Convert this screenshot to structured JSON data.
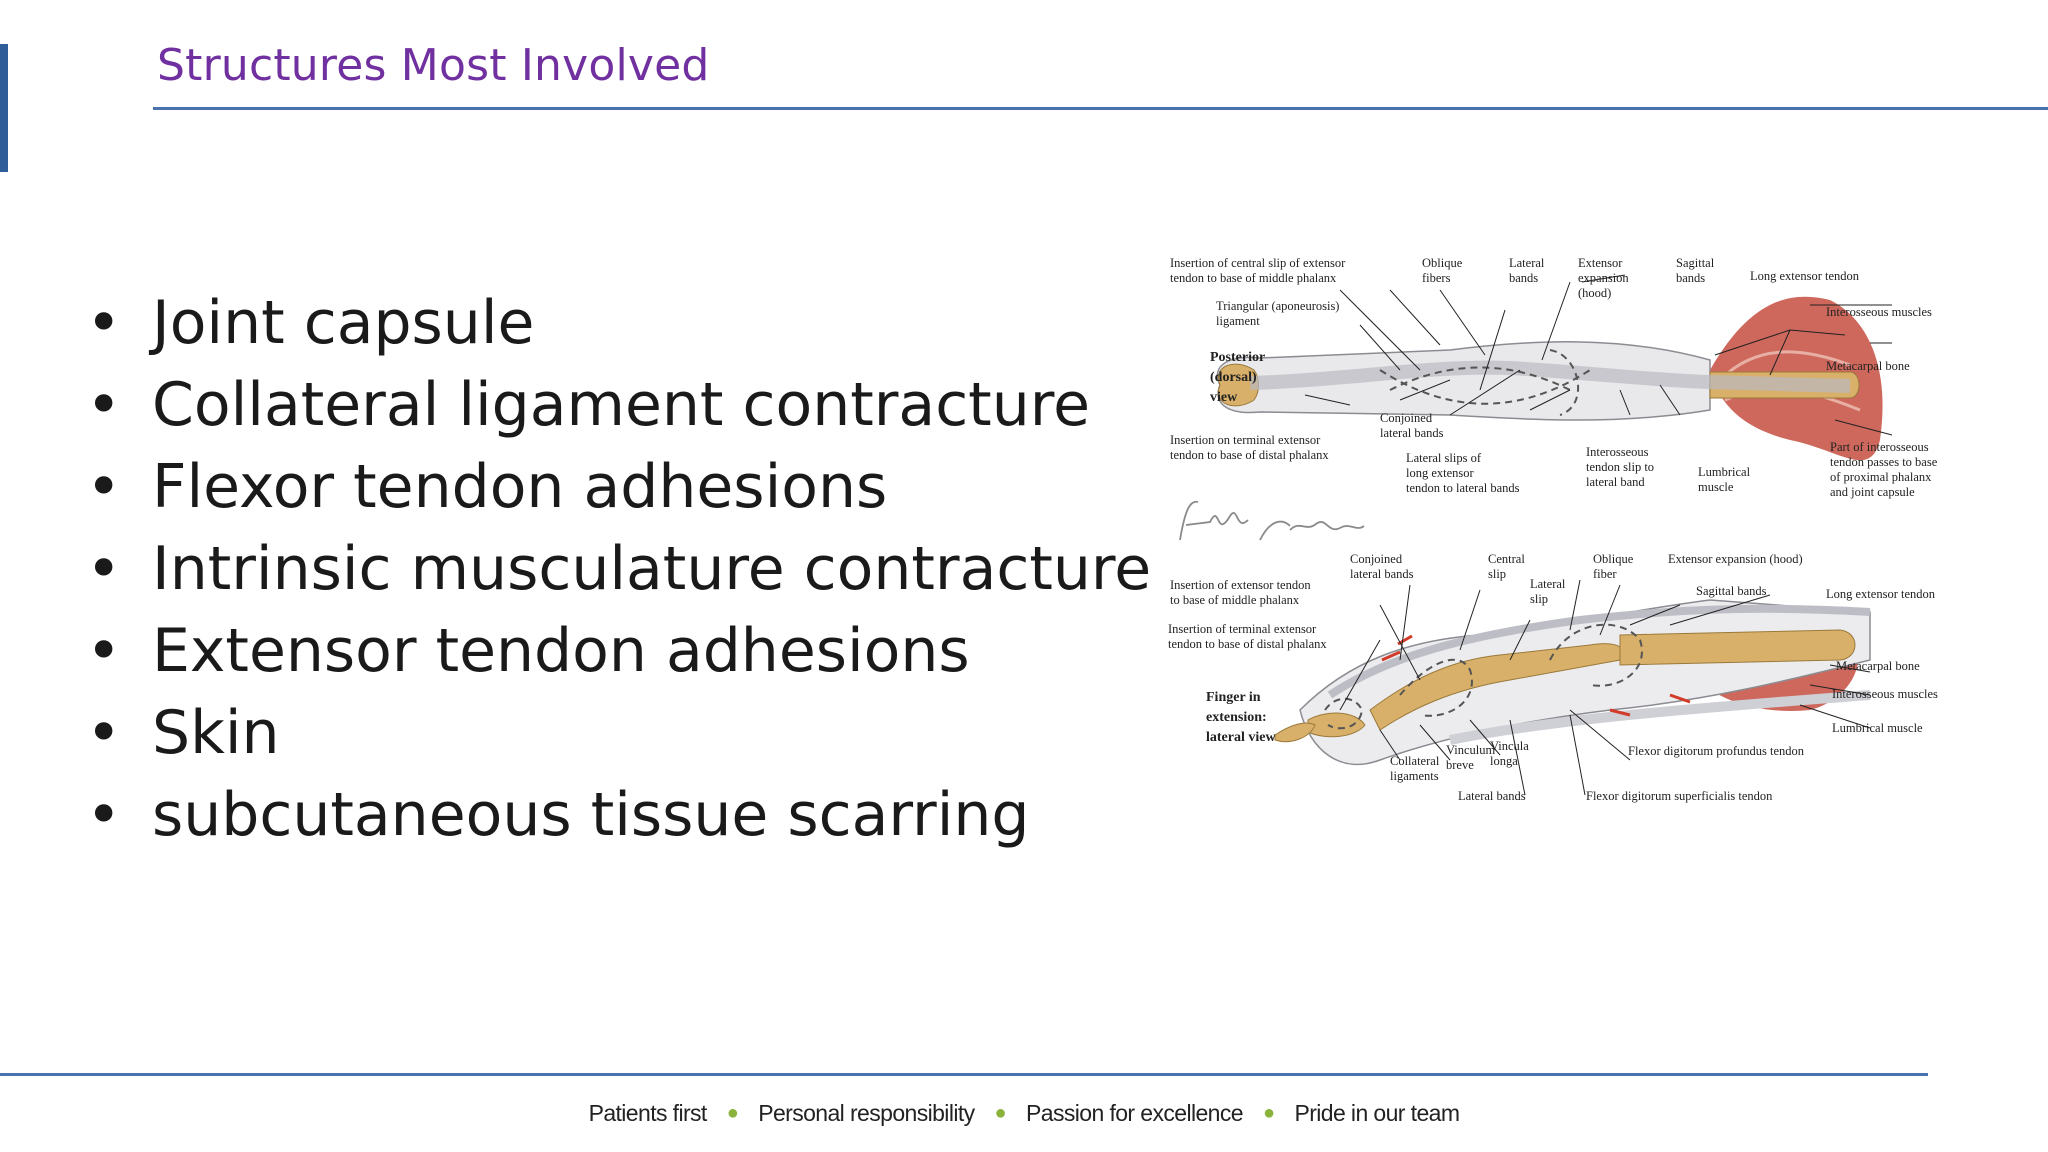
{
  "slide": {
    "title": "Structures Most Involved",
    "bullets": [
      "Joint capsule",
      "Collateral ligament contracture",
      "Flexor tendon adhesions",
      "Intrinsic musculature contracture",
      "Extensor tendon adhesions",
      "Skin",
      "subcutaneous tissue scarring"
    ]
  },
  "figure": {
    "dorsal": {
      "view_label": [
        "Posterior",
        "(dorsal)",
        "view"
      ],
      "labels": {
        "central_slip": [
          "Insertion of central slip of extensor",
          "tendon to base of middle phalanx"
        ],
        "oblique_fibers": [
          "Oblique",
          "fibers"
        ],
        "lateral_bands": [
          "Lateral",
          "bands"
        ],
        "extensor_expansion": [
          "Extensor",
          "expansion",
          "(hood)"
        ],
        "sagittal_bands": [
          "Sagittal",
          "bands"
        ],
        "long_extensor": "Long extensor tendon",
        "triangular": [
          "Triangular (aponeurosis)",
          "ligament"
        ],
        "interosseous_muscles": "Interosseous muscles",
        "metacarpal_bone": "Metacarpal bone",
        "terminal_insertion": [
          "Insertion on terminal extensor",
          "tendon to base of distal phalanx"
        ],
        "conjoined": [
          "Conjoined",
          "lateral bands"
        ],
        "lateral_slips": [
          "Lateral slips of",
          "long extensor",
          "tendon to lateral bands"
        ],
        "interosseous_slip": [
          "Interosseous",
          "tendon slip to",
          "lateral band"
        ],
        "lumbrical": [
          "Lumbrical",
          "muscle"
        ],
        "part_interosseous": [
          "Part of interosseous",
          "tendon passes to base",
          "of proximal phalanx",
          "and joint capsule"
        ]
      }
    },
    "lateral": {
      "view_label": [
        "Finger in",
        "extension:",
        "lateral view"
      ],
      "labels": {
        "conjoined": [
          "Conjoined",
          "lateral bands"
        ],
        "central_slip": [
          "Central",
          "slip"
        ],
        "lateral_slip": [
          "Lateral",
          "slip"
        ],
        "oblique_fiber": [
          "Oblique",
          "fiber"
        ],
        "extensor_expansion": "Extensor expansion (hood)",
        "insertion_middle": [
          "Insertion of extensor tendon",
          "to base of middle phalanx"
        ],
        "sagittal_bands": "Sagittal bands",
        "long_extensor": "Long extensor tendon",
        "insertion_terminal": [
          "Insertion of terminal extensor",
          "tendon to base of distal phalanx"
        ],
        "metacarpal_bone": "Metacarpal bone",
        "interosseous_muscles": "Interosseous muscles",
        "lumbrical_muscle": "Lumbrical muscle",
        "collateral": [
          "Collateral",
          "ligaments"
        ],
        "vinculum_breve": [
          "Vinculum",
          "breve"
        ],
        "vincula_longa": [
          "Vincula",
          "longa"
        ],
        "fdp": "Flexor digitorum profundus tendon",
        "lateral_bands": "Lateral bands",
        "fds": "Flexor digitorum superficialis tendon"
      }
    }
  },
  "footer": {
    "values": [
      "Patients first",
      "Personal responsibility",
      "Passion for excellence",
      "Pride in our team"
    ]
  },
  "colors": {
    "title": "#7030a0",
    "rule": "#4a72ad",
    "accent_bar": "#2f5d9a",
    "footer_separator": "#8bb33b",
    "muscle": "#c9584a",
    "bone": "#d9b06a"
  }
}
